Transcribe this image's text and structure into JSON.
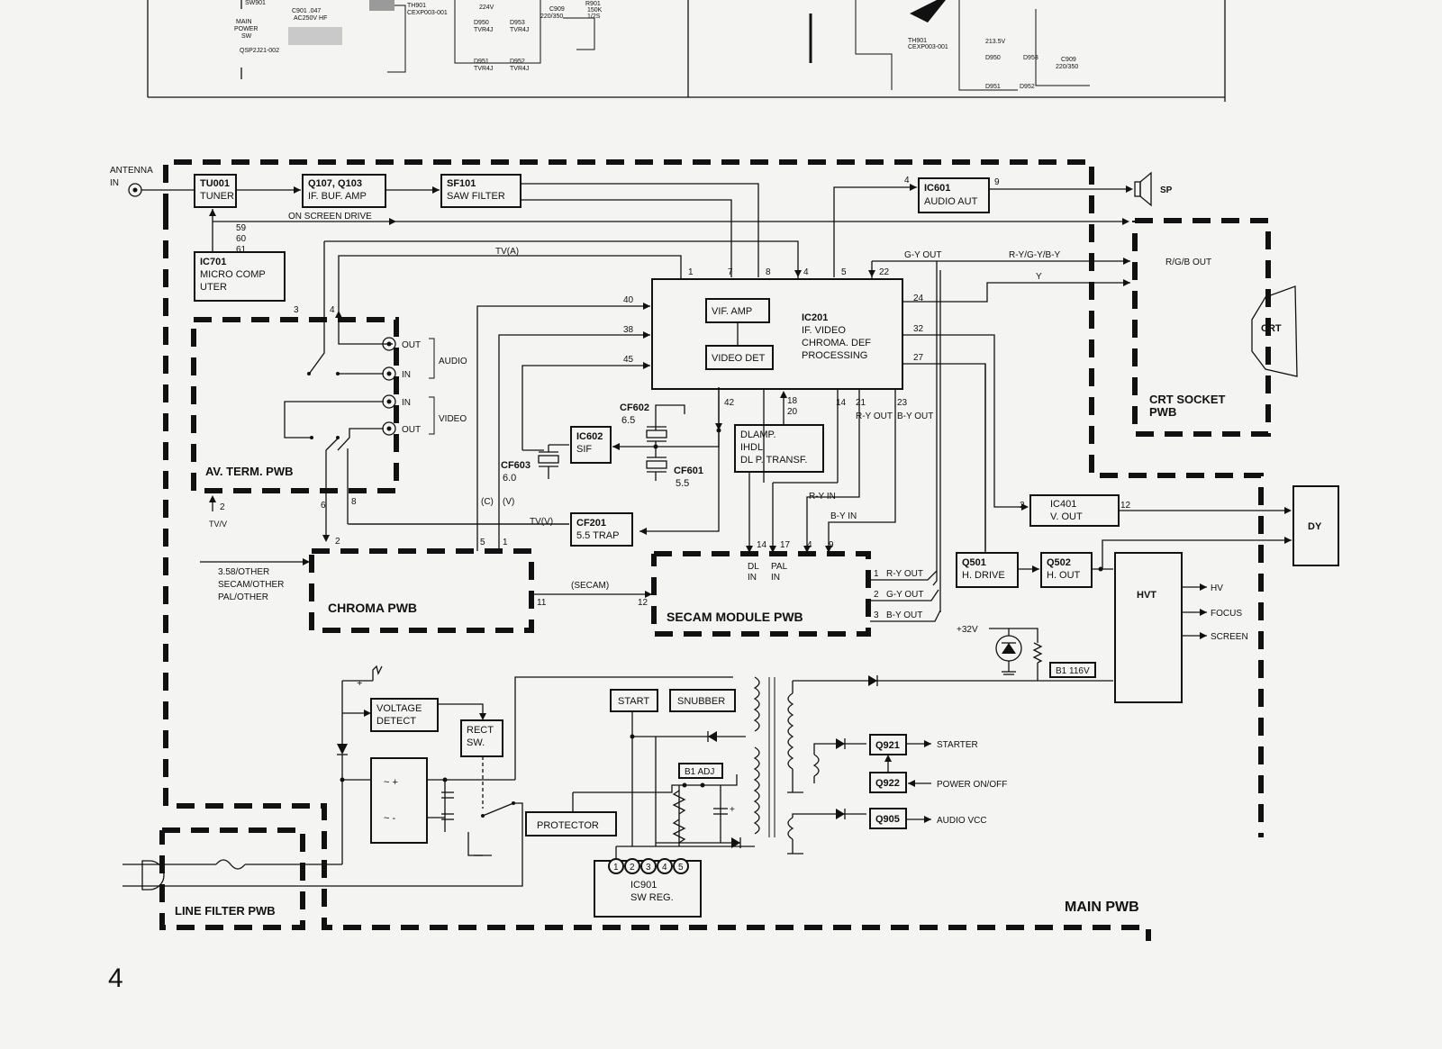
{
  "page_number": "4",
  "boards": {
    "main": "MAIN PWB",
    "av_term": "AV. TERM. PWB",
    "chroma": "CHROMA PWB",
    "secam": "SECAM MODULE PWB",
    "line_filter": "LINE FILTER PWB",
    "crt_socket_1": "CRT SOCKET",
    "crt_socket_2": "PWB"
  },
  "blocks": {
    "tu001": [
      "TU001",
      "TUNER"
    ],
    "q107": [
      "Q107, Q103",
      "IF. BUF. AMP"
    ],
    "sf101": [
      "SF101",
      "SAW FILTER"
    ],
    "ic601": [
      "IC601",
      "AUDIO AUT"
    ],
    "ic701": [
      "IC701",
      "MICRO COMP",
      "UTER"
    ],
    "vif": "VIF. AMP",
    "vdet": "VIDEO DET",
    "ic201": [
      "IC201",
      "IF. VIDEO",
      "CHROMA. DEF",
      "PROCESSING"
    ],
    "ic602": [
      "IC602",
      "SIF"
    ],
    "dlamp": [
      "DLAMP.",
      "IHDL",
      "DL P. TRANSF."
    ],
    "cf201": [
      "CF201",
      "5.5 TRAP"
    ],
    "ic401": [
      "IC401",
      "V. OUT"
    ],
    "q501": [
      "Q501",
      "H. DRIVE"
    ],
    "q502": [
      "Q502",
      "H. OUT"
    ],
    "hvt": "HVT",
    "dy": "DY",
    "crt": "CRT",
    "voltage_detect": [
      "VOLTAGE",
      "DETECT"
    ],
    "rect_sw": [
      "RECT",
      "SW."
    ],
    "start": "START",
    "snubber": "SNUBBER",
    "b1adj": "B1 ADJ",
    "protector": "PROTECTOR",
    "ic901": [
      "IC901",
      "SW REG."
    ],
    "q921": "Q921",
    "q922": "Q922",
    "q905": "Q905",
    "b1_116v": "B1 116V"
  },
  "labels": {
    "antenna": "ANTENNA",
    "in": "IN",
    "sp": "SP",
    "on_screen_drive": "ON SCREEN DRIVE",
    "tv_a": "TV(A)",
    "tv_v": "TV(V)",
    "tvv": "TV/V",
    "gy_out": "G-Y OUT",
    "rybgy": "R-Y/G-Y/B-Y",
    "y": "Y",
    "rgb_out": "R/G/B OUT",
    "out": "OUT",
    "audio": "AUDIO",
    "video": "VIDEO",
    "cf602": "CF602",
    "cf602v": "6.5",
    "cf603": "CF603",
    "cf603v": "6.0",
    "cf601": "CF601",
    "cf601v": "5.5",
    "c": "(C)",
    "v": "(V)",
    "ry_out": "R-Y OUT",
    "by_out": "B-Y OUT",
    "ry_in": "R-Y IN",
    "by_in": "B-Y IN",
    "dl": "DL",
    "pal": "PAL",
    "secam_sig": "(SECAM)",
    "std1": "3.58/OTHER",
    "std2": "SECAM/OTHER",
    "std3": "PAL/OTHER",
    "ry_out_n": "R-Y OUT",
    "gy_out_n": "G-Y OUT",
    "by_out_n": "B-Y OUT",
    "hv": "HV",
    "focus": "FOCUS",
    "screen": "SCREEN",
    "plus32": "+32V",
    "starter": "STARTER",
    "power_onoff": "POWER ON/OFF",
    "audio_vcc": "AUDIO VCC"
  },
  "pins": {
    "p59": "59",
    "p60": "60",
    "p61": "61",
    "p1": "1",
    "p7": "7",
    "p8": "8",
    "p4": "4",
    "p5": "5",
    "p22": "22",
    "p24": "24",
    "p32": "32",
    "p27": "27",
    "p40": "40",
    "p38": "38",
    "p45": "45",
    "p42": "42",
    "p18": "18",
    "p20": "20",
    "p14": "14",
    "p21": "21",
    "p23": "23",
    "p601_4": "4",
    "p601_9": "9",
    "p3": "3",
    "p4b": "4",
    "p6": "6",
    "p8b": "8",
    "p2": "2",
    "p2b": "2",
    "p5c": "5",
    "p1c": "1",
    "p11": "11",
    "p12": "12",
    "s14": "14",
    "s17": "17",
    "s4": "4",
    "s9": "9",
    "o1": "1",
    "o2": "2",
    "o3": "3",
    "v2": "2",
    "v12": "12",
    "r1": "1",
    "r2": "2",
    "r3": "3",
    "r4": "4",
    "r5": "5"
  },
  "top_fragment": {
    "a1": "SW901",
    "a2": "MAIN",
    "a3": "POWER",
    "a4": "SW",
    "a5": "C901 .047",
    "a6": "AC250V HF",
    "a7": "QSP2J21-002",
    "a8": "TH901",
    "a9": "CEXP003-001",
    "a10": "224V",
    "a11": "D950",
    "a12": "TVR4J",
    "a13": "D953",
    "a14": "TVR4J",
    "a15": "D951",
    "a16": "TVR4J",
    "a17": "D952",
    "a18": "TVR4J",
    "a19": "C909",
    "a20": "220/350",
    "a21": "R901",
    "a22": "150K",
    "a23": "1/2S",
    "b1": "TH901",
    "b2": "CEXP003-001",
    "b3": "213.5V",
    "b4": "D950",
    "b5": "D953",
    "b6": "D951",
    "b7": "D952",
    "b8": "C909",
    "b9": "220/350"
  }
}
